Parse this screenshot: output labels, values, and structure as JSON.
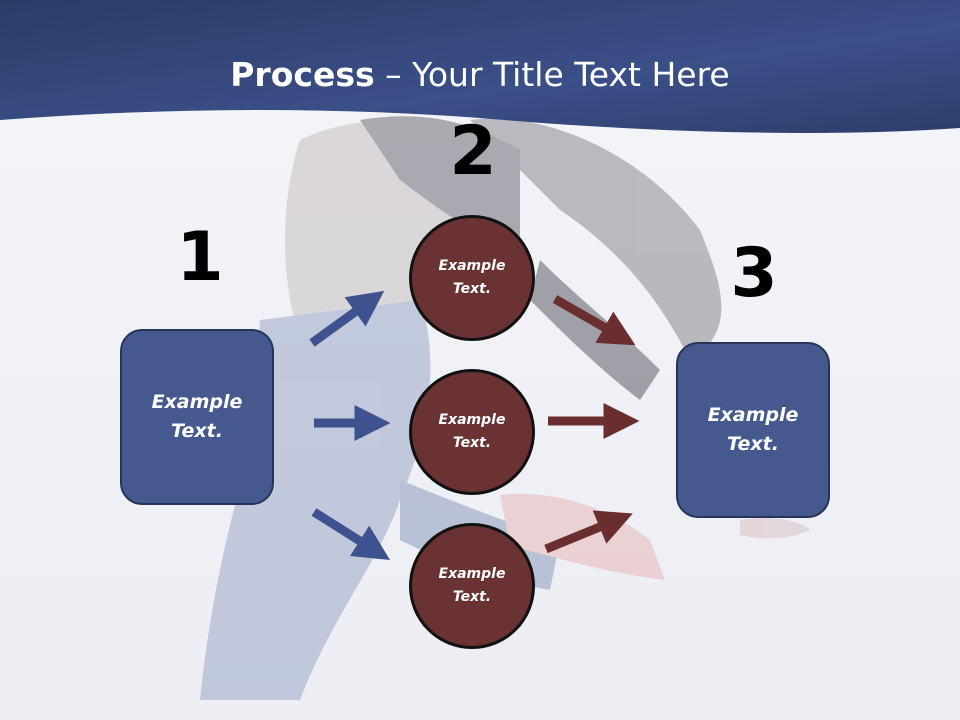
{
  "title": {
    "bold": "Process",
    "rest": " – Your Title Text Here"
  },
  "steps": [
    {
      "number": "1",
      "label_line1": "Example",
      "label_line2": "Text."
    },
    {
      "number": "2",
      "label_line1": "Example",
      "label_line2": "Text."
    },
    {
      "number": "3",
      "label_line1": "Example",
      "label_line2": "Text."
    }
  ],
  "circles": [
    {
      "label_line1": "Example",
      "label_line2": "Text."
    },
    {
      "label_line1": "Example",
      "label_line2": "Text."
    },
    {
      "label_line1": "Example",
      "label_line2": "Text."
    }
  ],
  "colors": {
    "header": "#3c5189",
    "box_fill": "#46598f",
    "circle_fill": "#6a3232",
    "arrow_blue": "#3f5290",
    "arrow_red": "#6a2e2e"
  }
}
